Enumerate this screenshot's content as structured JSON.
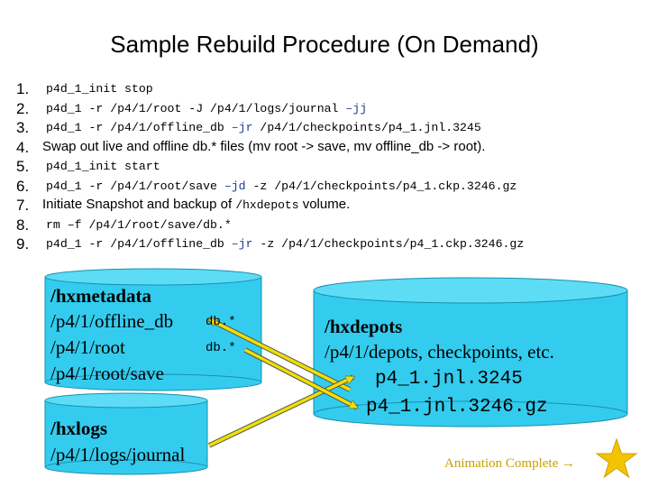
{
  "title": "Sample Rebuild Procedure (On Demand)",
  "steps": [
    {
      "num": "1.",
      "parts": [
        {
          "t": "p4d_1_init stop",
          "hl": false
        }
      ],
      "kind": "cmd"
    },
    {
      "num": "2.",
      "parts": [
        {
          "t": "p4d_1 -r /p4/1/root -J /p4/1/logs/journal ",
          "hl": false
        },
        {
          "t": "–jj",
          "hl": true
        }
      ],
      "kind": "cmd"
    },
    {
      "num": "3.",
      "parts": [
        {
          "t": "p4d_1 -r /p4/1/offline_db ",
          "hl": false
        },
        {
          "t": "–jr",
          "hl": true
        },
        {
          "t": " /p4/1/checkpoints/p4_1.jnl.3245",
          "hl": false
        }
      ],
      "kind": "cmd"
    },
    {
      "num": "4.",
      "parts": [
        {
          "t": "Swap out live and offline db.* files (mv root -> save, mv offline_db -> root).",
          "hl": false
        }
      ],
      "kind": "text"
    },
    {
      "num": "5.",
      "parts": [
        {
          "t": " p4d_1_init start",
          "hl": false
        }
      ],
      "kind": "cmd"
    },
    {
      "num": "6.",
      "parts": [
        {
          "t": "p4d_1 -r /p4/1/root/save ",
          "hl": false
        },
        {
          "t": "–jd",
          "hl": true
        },
        {
          "t": " -z /p4/1/checkpoints/p4_1.ckp.3246.gz",
          "hl": false
        }
      ],
      "kind": "cmd"
    },
    {
      "num": "7.",
      "parts": [
        {
          "t": "Initiate Snapshot and backup of ",
          "hl": false
        },
        {
          "t": "/hxdepots",
          "hl": false,
          "mono": true
        },
        {
          "t": " volume.",
          "hl": false
        }
      ],
      "kind": "text"
    },
    {
      "num": "8.",
      "parts": [
        {
          "t": "rm –f /p4/1/root/save/db.*",
          "hl": false
        }
      ],
      "kind": "cmd"
    },
    {
      "num": "9.",
      "parts": [
        {
          "t": "p4d_1 -r /p4/1/offline_db ",
          "hl": false
        },
        {
          "t": "–jr",
          "hl": true
        },
        {
          "t": " -z /p4/1/checkpoints/p4_1.ckp.3246.gz",
          "hl": false
        }
      ],
      "kind": "cmd"
    }
  ],
  "volumes": {
    "hxmetadata": {
      "name": "/hxmetadata",
      "lines": [
        "/p4/1/offline_db",
        "/p4/1/root",
        "/p4/1/root/save"
      ],
      "db_labels": [
        "db.*",
        "db.*"
      ]
    },
    "hxlogs": {
      "name": "/hxlogs",
      "lines": [
        "/p4/1/logs/journal"
      ]
    },
    "hxdepots": {
      "name": "/hxdepots",
      "line": "/p4/1/depots, checkpoints, etc.",
      "files": [
        "p4_1.jnl.3245",
        "p4_1.jnl.3246.gz"
      ]
    }
  },
  "animation_label": "Animation Complete",
  "colors": {
    "cylinder": "#33ccee",
    "cylinder_edge": "#1a8fb0",
    "arrow": "#f0e000",
    "command_highlight": "#1f3a93",
    "star": "#f5c400",
    "animation_text": "#c8a000"
  },
  "icons": {
    "arrow": "right-arrow-icon",
    "star": "star-icon"
  }
}
